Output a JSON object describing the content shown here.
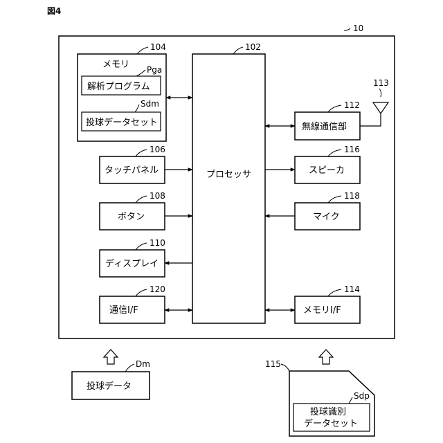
{
  "figure_label": "図4",
  "device": {
    "ref": "10"
  },
  "memory": {
    "ref": "104",
    "label": "メモリ",
    "program": {
      "tag": "Pga",
      "label": "解析プログラム"
    },
    "dataset": {
      "tag": "Sdm",
      "label": "投球データセット"
    }
  },
  "processor": {
    "ref": "102",
    "label": "プロセッサ"
  },
  "touch_panel": {
    "ref": "106",
    "label": "タッチパネル"
  },
  "button": {
    "ref": "108",
    "label": "ボタン"
  },
  "display": {
    "ref": "110",
    "label": "ディスプレイ"
  },
  "comm_if": {
    "ref": "120",
    "label": "通信I/F"
  },
  "wireless": {
    "ref": "112",
    "label": "無線通信部"
  },
  "antenna": {
    "ref": "113"
  },
  "speaker": {
    "ref": "116",
    "label": "スピーカ"
  },
  "mic": {
    "ref": "118",
    "label": "マイク"
  },
  "memory_if": {
    "ref": "114",
    "label": "メモリI/F"
  },
  "pitch_data": {
    "tag": "Dm",
    "label": "投球データ"
  },
  "card": {
    "ref": "115",
    "dataset": {
      "tag": "Sdp",
      "line1": "投球識別",
      "line2": "データセット"
    }
  }
}
